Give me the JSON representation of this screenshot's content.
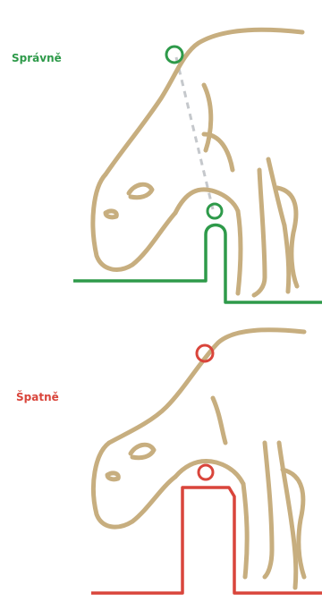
{
  "panels": {
    "correct": {
      "label": "Správně",
      "color": "#2e9a4a"
    },
    "wrong": {
      "label": "Špatně",
      "color": "#d9453b"
    }
  },
  "colors": {
    "cow_outline": "#c7ae7f",
    "guide_dashes": "#c5c8cc"
  },
  "icons": {
    "cow": "cow-outline-drawing",
    "marker": "circle-marker"
  }
}
